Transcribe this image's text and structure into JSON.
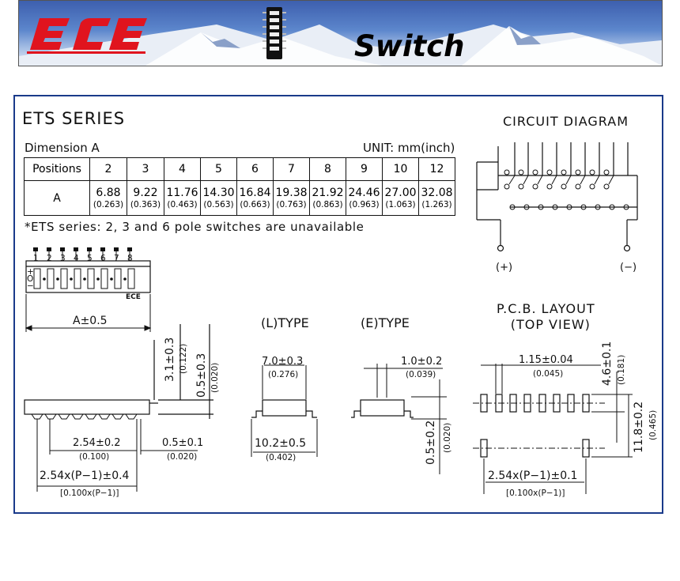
{
  "header": {
    "logo_text": "ECE",
    "title": "Switch"
  },
  "series_title": "ETS SERIES",
  "dimension_label": "Dimension A",
  "unit_label": "UNIT: mm(inch)",
  "table": {
    "row_header_positions": "Positions",
    "row_header_a": "A",
    "positions": [
      "2",
      "3",
      "4",
      "5",
      "6",
      "7",
      "8",
      "9",
      "10",
      "12"
    ],
    "mm": [
      "6.88",
      "9.22",
      "11.76",
      "14.30",
      "16.84",
      "19.38",
      "21.92",
      "24.46",
      "27.00",
      "32.08"
    ],
    "inch": [
      "(0.263)",
      "(0.363)",
      "(0.463)",
      "(0.563)",
      "(0.663)",
      "(0.763)",
      "(0.863)",
      "(0.963)",
      "(1.063)",
      "(1.263)"
    ]
  },
  "note": "*ETS series: 2, 3 and 6 pole switches are unavailable",
  "circuit": {
    "title": "CIRCUIT DIAGRAM",
    "plus": "(+)",
    "minus": "(−)"
  },
  "top_view": {
    "numbers": [
      "1",
      "2",
      "3",
      "4",
      "5",
      "6",
      "7",
      "8"
    ],
    "marks": [
      "+",
      "O",
      "−"
    ],
    "brand": "ECE",
    "dim_a": "A±0.5"
  },
  "side_view": {
    "height": "3.1±0.3",
    "height_in": "(0.122)",
    "lead": "0.5±0.3",
    "lead_in": "(0.020)",
    "pitch": "2.54±0.2",
    "pitch_in": "(0.100)",
    "lead_w": "0.5±0.1",
    "lead_w_in": "(0.020)",
    "total": "2.54x(P−1)±0.4",
    "total_in": "[0.100x(P−1)]"
  },
  "l_type": {
    "title": "(L)TYPE",
    "body": "7.0±0.3",
    "body_in": "(0.276)",
    "width": "10.2±0.5",
    "width_in": "(0.402)"
  },
  "e_type": {
    "title": "(E)TYPE",
    "lead": "1.0±0.2",
    "lead_in": "(0.039)",
    "height": "0.5±0.2",
    "height_in": "(0.020)"
  },
  "pcb": {
    "title_line1": "P.C.B. LAYOUT",
    "title_line2": "(TOP VIEW)",
    "pitch": "1.15±0.04",
    "pitch_in": "(0.045)",
    "pad": "4.6±0.1",
    "pad_in": "(0.181)",
    "span": "11.8±0.2",
    "span_in": "(0.465)",
    "total": "2.54x(P−1)±0.1",
    "total_in": "[0.100x(P−1)]"
  }
}
